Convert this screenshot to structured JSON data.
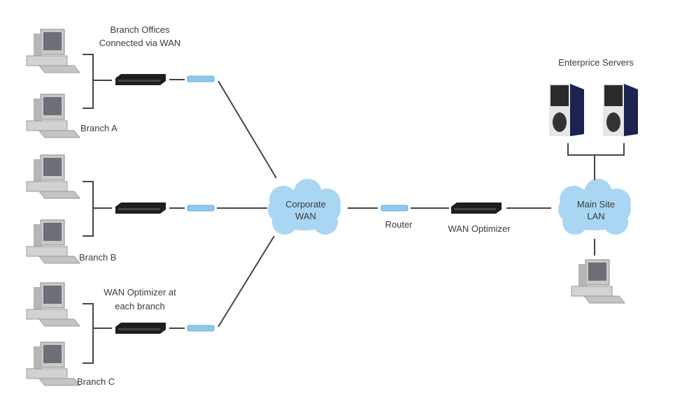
{
  "labels": {
    "branch_offices_line1": "Branch Offices",
    "branch_offices_line2": "Connected via WAN",
    "branch_a": "Branch A",
    "branch_b": "Branch B",
    "branch_c": "Branch C",
    "optimizer_branch_line1": "WAN Optimizer at",
    "optimizer_branch_line2": "each branch",
    "corporate_wan_line1": "Corporate",
    "corporate_wan_line2": "WAN",
    "router": "Router",
    "wan_optimizer": "WAN Optimizer",
    "main_site_line1": "Main Site",
    "main_site_line2": "LAN",
    "enterprise_servers": "Enterprice Servers"
  },
  "colors": {
    "cloud": "#a9d6f2",
    "router": "#8fc8ea",
    "optimizer": "#1e1e1e",
    "server_side": "#1c2350"
  }
}
